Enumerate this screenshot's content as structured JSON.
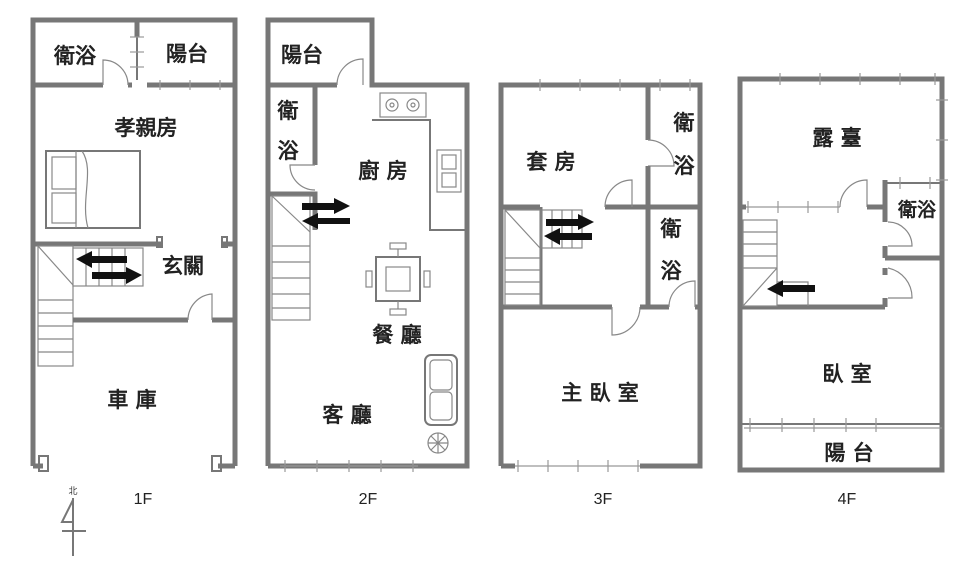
{
  "floors": [
    {
      "label": "1F",
      "rooms": {
        "bath": "衛浴",
        "balcony": "陽台",
        "elder_room": "孝親房",
        "foyer": "玄關",
        "garage": "車 庫"
      }
    },
    {
      "label": "2F",
      "rooms": {
        "balcony": "陽台",
        "bath_top": "衛",
        "bath_bottom": "浴",
        "kitchen": "廚 房",
        "dining": "餐 廳",
        "living": "客 廳"
      }
    },
    {
      "label": "3F",
      "rooms": {
        "suite": "套 房",
        "bath1_top": "衛",
        "bath1_bottom": "浴",
        "bath2_top": "衛",
        "bath2_bottom": "浴",
        "master": "主 臥 室"
      }
    },
    {
      "label": "4F",
      "rooms": {
        "terrace": "露 臺",
        "bath": "衛浴",
        "bedroom": "臥 室",
        "balcony": "陽 台"
      }
    }
  ],
  "compass": {
    "label": "北",
    "icon": "north-arrow-icon"
  }
}
